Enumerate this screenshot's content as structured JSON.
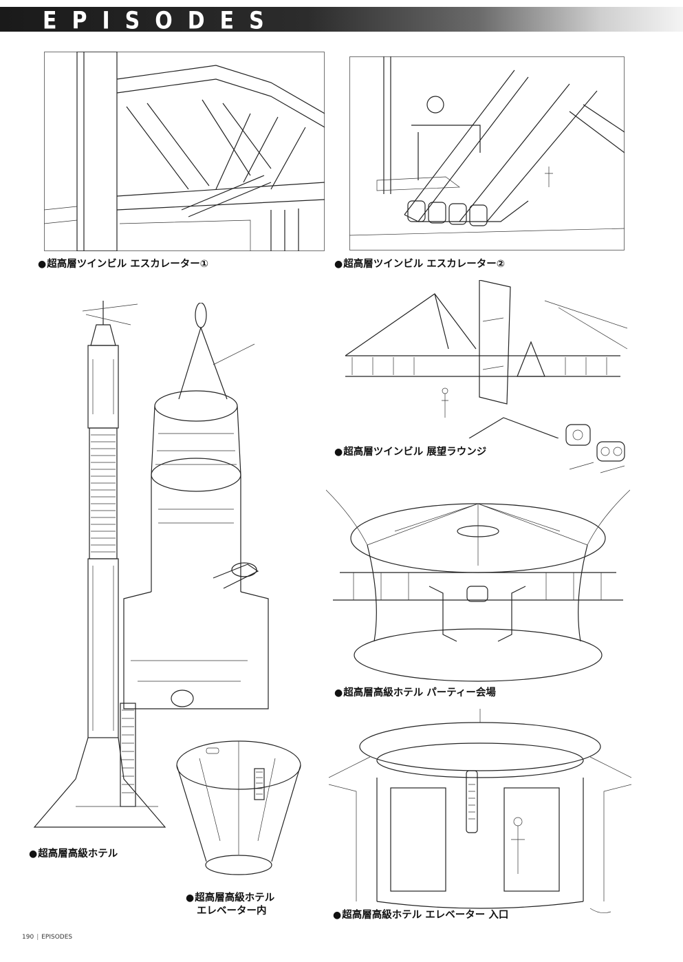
{
  "header": {
    "title": "EPISODES"
  },
  "captions": {
    "escalator_1": "超高層ツインビル エスカレーター①",
    "escalator_2": "超高層ツインビル エスカレーター②",
    "lounge": "超高層ツインビル 展望ラウンジ",
    "party_hall": "超高層高級ホテル パーティー会場",
    "hotel": "超高層高級ホテル",
    "elevator_inside_line1": "超高層高級ホテル",
    "elevator_inside_line2": "エレベーター内",
    "elevator_entrance": "超高層高級ホテル エレベーター 入口"
  },
  "bullet": "●",
  "footer": {
    "page_number": "190",
    "section": "EPISODES"
  }
}
